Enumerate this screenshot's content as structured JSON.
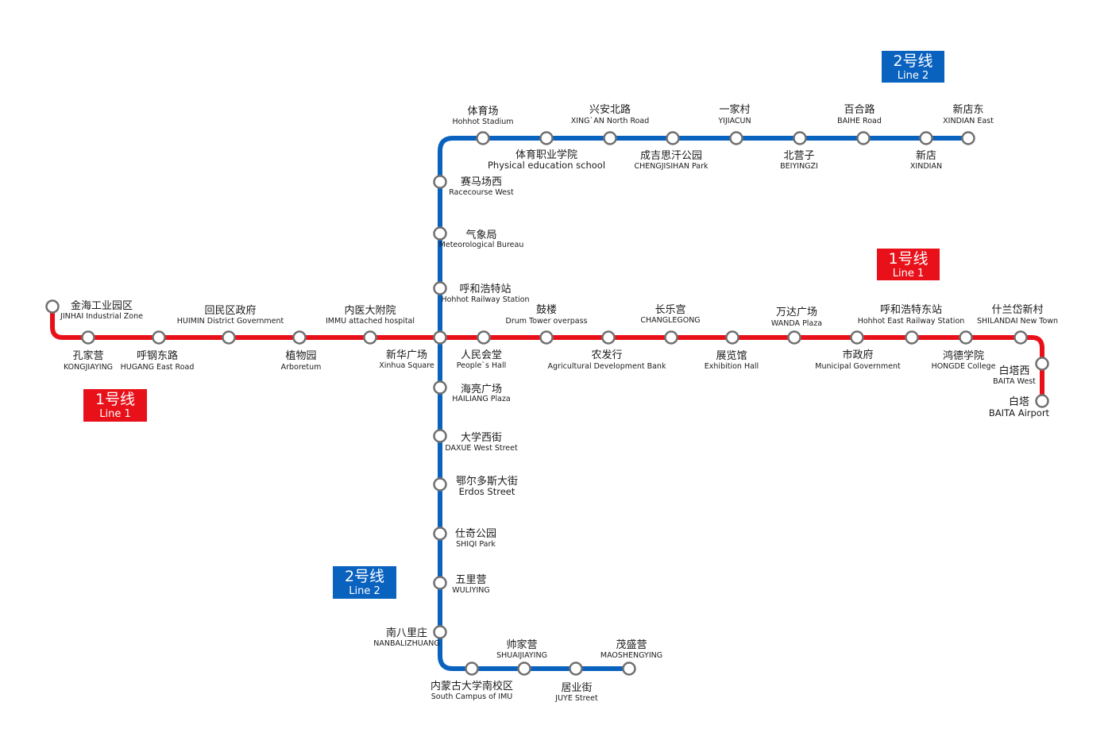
{
  "colors": {
    "line1": "#e8111a",
    "line2": "#0a62bf"
  },
  "badges": [
    {
      "id": "line2-top",
      "line": "line2",
      "zh": "2号线",
      "en": "Line 2"
    },
    {
      "id": "line1-right",
      "line": "line1",
      "zh": "1号线",
      "en": "Line 1"
    },
    {
      "id": "line1-left",
      "line": "line1",
      "zh": "1号线",
      "en": "Line 1"
    },
    {
      "id": "line2-bottom",
      "line": "line2",
      "zh": "2号线",
      "en": "Line 2"
    }
  ],
  "line1": {
    "name_zh": "1号线",
    "name_en": "Line 1",
    "stations": [
      {
        "key": "jinhai",
        "zh": "金海工业园区",
        "en": "JINHAI Industrial Zone"
      },
      {
        "key": "kongjiaying",
        "zh": "孔家营",
        "en": "KONGJIAYING"
      },
      {
        "key": "hugang",
        "zh": "呼钢东路",
        "en": "HUGANG East Road"
      },
      {
        "key": "huimin",
        "zh": "回民区政府",
        "en": "HUIMIN District Government"
      },
      {
        "key": "arboretum",
        "zh": "植物园",
        "en": "Arboretum"
      },
      {
        "key": "immu",
        "zh": "内医大附院",
        "en": "IMMU attached hospital"
      },
      {
        "key": "xinhua",
        "zh": "新华广场",
        "en": "Xinhua Square"
      },
      {
        "key": "peoples-hall",
        "zh": "人民会堂",
        "en": "People`s Hall"
      },
      {
        "key": "drum-tower",
        "zh": "鼓楼",
        "en": "Drum Tower overpass"
      },
      {
        "key": "agri-bank",
        "zh": "农发行",
        "en": "Agricultural Development Bank"
      },
      {
        "key": "changlegong",
        "zh": "长乐宫",
        "en": "CHANGLEGONG"
      },
      {
        "key": "exhibition",
        "zh": "展览馆",
        "en": "Exhibition Hall"
      },
      {
        "key": "wanda",
        "zh": "万达广场",
        "en": "WANDA Plaza"
      },
      {
        "key": "municipal",
        "zh": "市政府",
        "en": "Municipal Government"
      },
      {
        "key": "hohhot-east",
        "zh": "呼和浩特东站",
        "en": "Hohhot East Railway Station"
      },
      {
        "key": "hongde",
        "zh": "鸿德学院",
        "en": "HONGDE College"
      },
      {
        "key": "shilandai",
        "zh": "什兰岱新村",
        "en": "SHILANDAI New Town"
      },
      {
        "key": "baita-west",
        "zh": "白塔西",
        "en": "BAITA West"
      },
      {
        "key": "baita-airport",
        "zh": "白塔",
        "en": "BAITA Airport"
      }
    ]
  },
  "line2": {
    "name_zh": "2号线",
    "name_en": "Line 2",
    "stations": [
      {
        "key": "xindian-east",
        "zh": "新店东",
        "en": "XINDIAN East"
      },
      {
        "key": "xindian",
        "zh": "新店",
        "en": "XINDIAN"
      },
      {
        "key": "baihe",
        "zh": "百合路",
        "en": "BAIHE Road"
      },
      {
        "key": "beiyingzi",
        "zh": "北营子",
        "en": "BEIYINGZI"
      },
      {
        "key": "yijiacun",
        "zh": "一家村",
        "en": "YIJIACUN"
      },
      {
        "key": "chengjisihan",
        "zh": "成吉思汗公园",
        "en": "CHENGJISIHAN Park"
      },
      {
        "key": "xingan",
        "zh": "兴安北路",
        "en": "XING`AN North Road"
      },
      {
        "key": "pe-school",
        "zh": "体育职业学院",
        "en": "Physical education school"
      },
      {
        "key": "stadium",
        "zh": "体育场",
        "en": "Hohhot Stadium"
      },
      {
        "key": "racecourse",
        "zh": "赛马场西",
        "en": "Racecourse West"
      },
      {
        "key": "meteorological",
        "zh": "气象局",
        "en": "Meteorological Bureau"
      },
      {
        "key": "hohhot-railway",
        "zh": "呼和浩特站",
        "en": "Hohhot Railway Station"
      },
      {
        "key": "xinhua",
        "zh": "新华广场",
        "en": "Xinhua Square"
      },
      {
        "key": "hailiang",
        "zh": "海亮广场",
        "en": "HAILIANG Plaza"
      },
      {
        "key": "daxue",
        "zh": "大学西街",
        "en": "DAXUE West Street"
      },
      {
        "key": "erdos",
        "zh": "鄂尔多斯大街",
        "en": "Erdos Street"
      },
      {
        "key": "shiqi",
        "zh": "仕奇公园",
        "en": "SHIQI Park"
      },
      {
        "key": "wuliying",
        "zh": "五里营",
        "en": "WULIYING"
      },
      {
        "key": "nanbalizhuang",
        "zh": "南八里庄",
        "en": "NANBALIZHUANG"
      },
      {
        "key": "imu-south",
        "zh": "内蒙古大学南校区",
        "en": "South Campus of IMU"
      },
      {
        "key": "shuaijiaying",
        "zh": "帅家营",
        "en": "SHUAIJIAYING"
      },
      {
        "key": "juye",
        "zh": "居业街",
        "en": "JUYE Street"
      },
      {
        "key": "maoshengying",
        "zh": "茂盛营",
        "en": "MAOSHENGYING"
      }
    ]
  }
}
